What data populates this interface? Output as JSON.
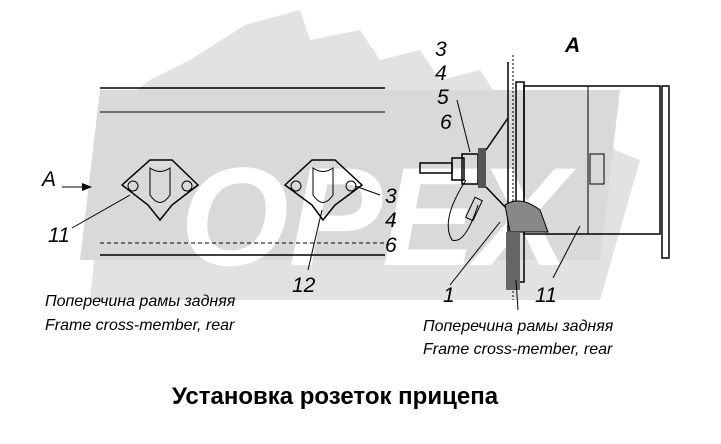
{
  "watermark": {
    "text": "OPEX",
    "color": "#cfcfcf"
  },
  "view_label": "A",
  "section_label": "A",
  "left_view": {
    "callouts": {
      "n11": "11",
      "n12": "12",
      "n3": "3",
      "n4": "4",
      "n6": "6"
    },
    "caption_ru": "Поперечина рамы задняя",
    "caption_en": "Frame cross-member, rear"
  },
  "right_view": {
    "callouts": {
      "n3": "3",
      "n4": "4",
      "n5": "5",
      "n6": "6",
      "n1": "1",
      "n11": "11"
    },
    "caption_ru": "Поперечина рамы задняя",
    "caption_en": "Frame cross-member, rear"
  },
  "title": "Установка розеток прицепа"
}
